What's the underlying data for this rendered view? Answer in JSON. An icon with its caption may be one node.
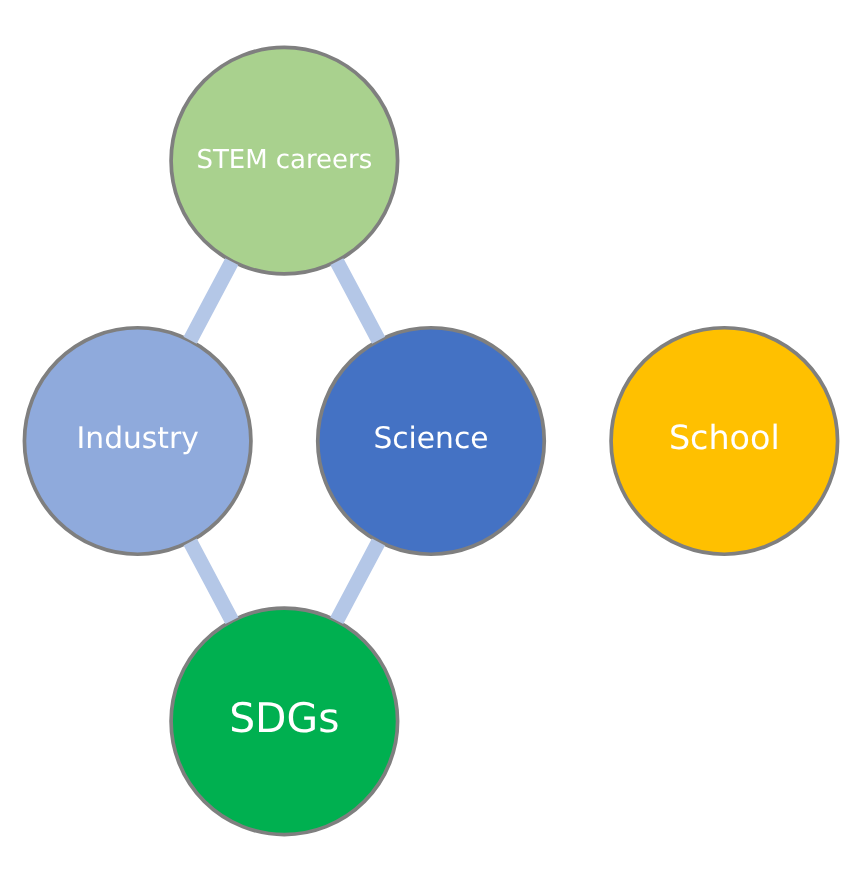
{
  "diagram": {
    "nodes": [
      {
        "text": [
          "STEM careers"
        ]
      },
      {
        "text": [
          "Science"
        ]
      },
      {
        "text": [
          "School"
        ]
      },
      {
        "text": [
          "Industry"
        ]
      },
      {
        "text": [
          "SDGs"
        ]
      }
    ],
    "edges": [
      {
        "from": 0,
        "to": 3,
        "arrow": "none"
      },
      {
        "from": 3,
        "to": 4,
        "arrow": "none"
      },
      {
        "from": 4,
        "to": 1,
        "arrow": "none"
      },
      {
        "from": 1,
        "to": 0,
        "arrow": "none"
      }
    ]
  }
}
